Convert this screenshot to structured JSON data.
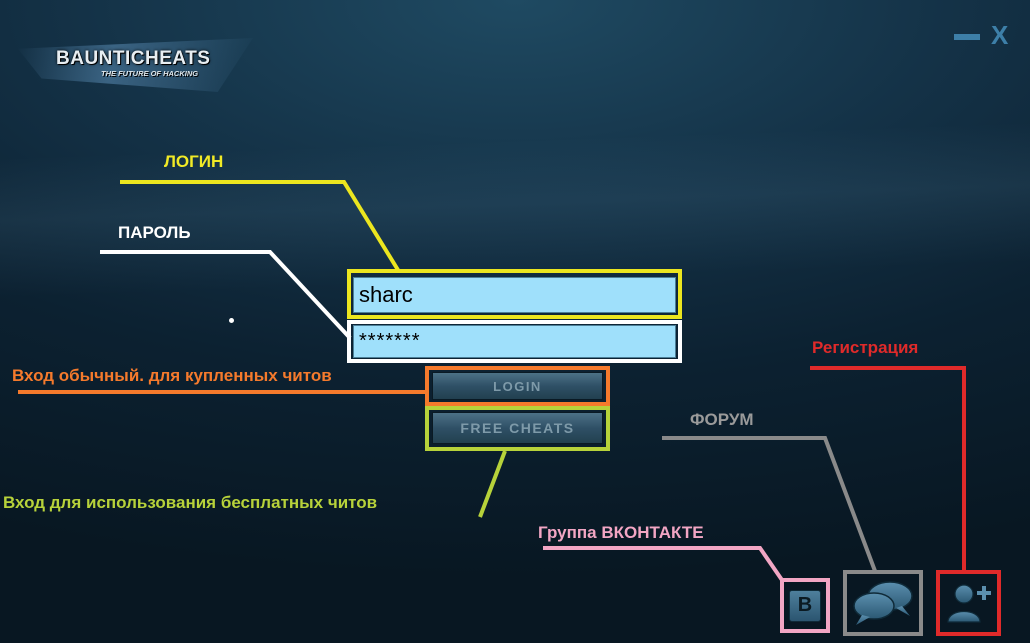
{
  "app": {
    "logo_title": "BAUNTICHEATS",
    "logo_subtitle": "THE FUTURE OF HACKING",
    "close_glyph": "X"
  },
  "annotations": {
    "login_label": "ЛОГИН",
    "password_label": "ПАРОЛЬ",
    "normal_login_label": "Вход обычный. для купленных читов",
    "free_login_label": "Вход для использования бесплатных читов",
    "forum_label": "ФОРУМ",
    "registration_label": "Регистрация",
    "vk_label": "Группа ВКОНТАКТЕ"
  },
  "form": {
    "login_value": "sharc",
    "password_value": "*******",
    "login_button": "LOGIN",
    "free_button": "FREE CHEATS"
  },
  "social": {
    "vk_letter": "В",
    "icons": [
      "vk-icon",
      "forum-chat-icon",
      "add-user-icon"
    ]
  },
  "colors": {
    "login": "#ece61f",
    "password": "#ffffff",
    "normal": "#f57a2c",
    "free": "#b7d23a",
    "forum": "#8a8a8a",
    "registration": "#e02a2a",
    "vk": "#f2a6c4",
    "field_bg": "#9fe0fb"
  }
}
